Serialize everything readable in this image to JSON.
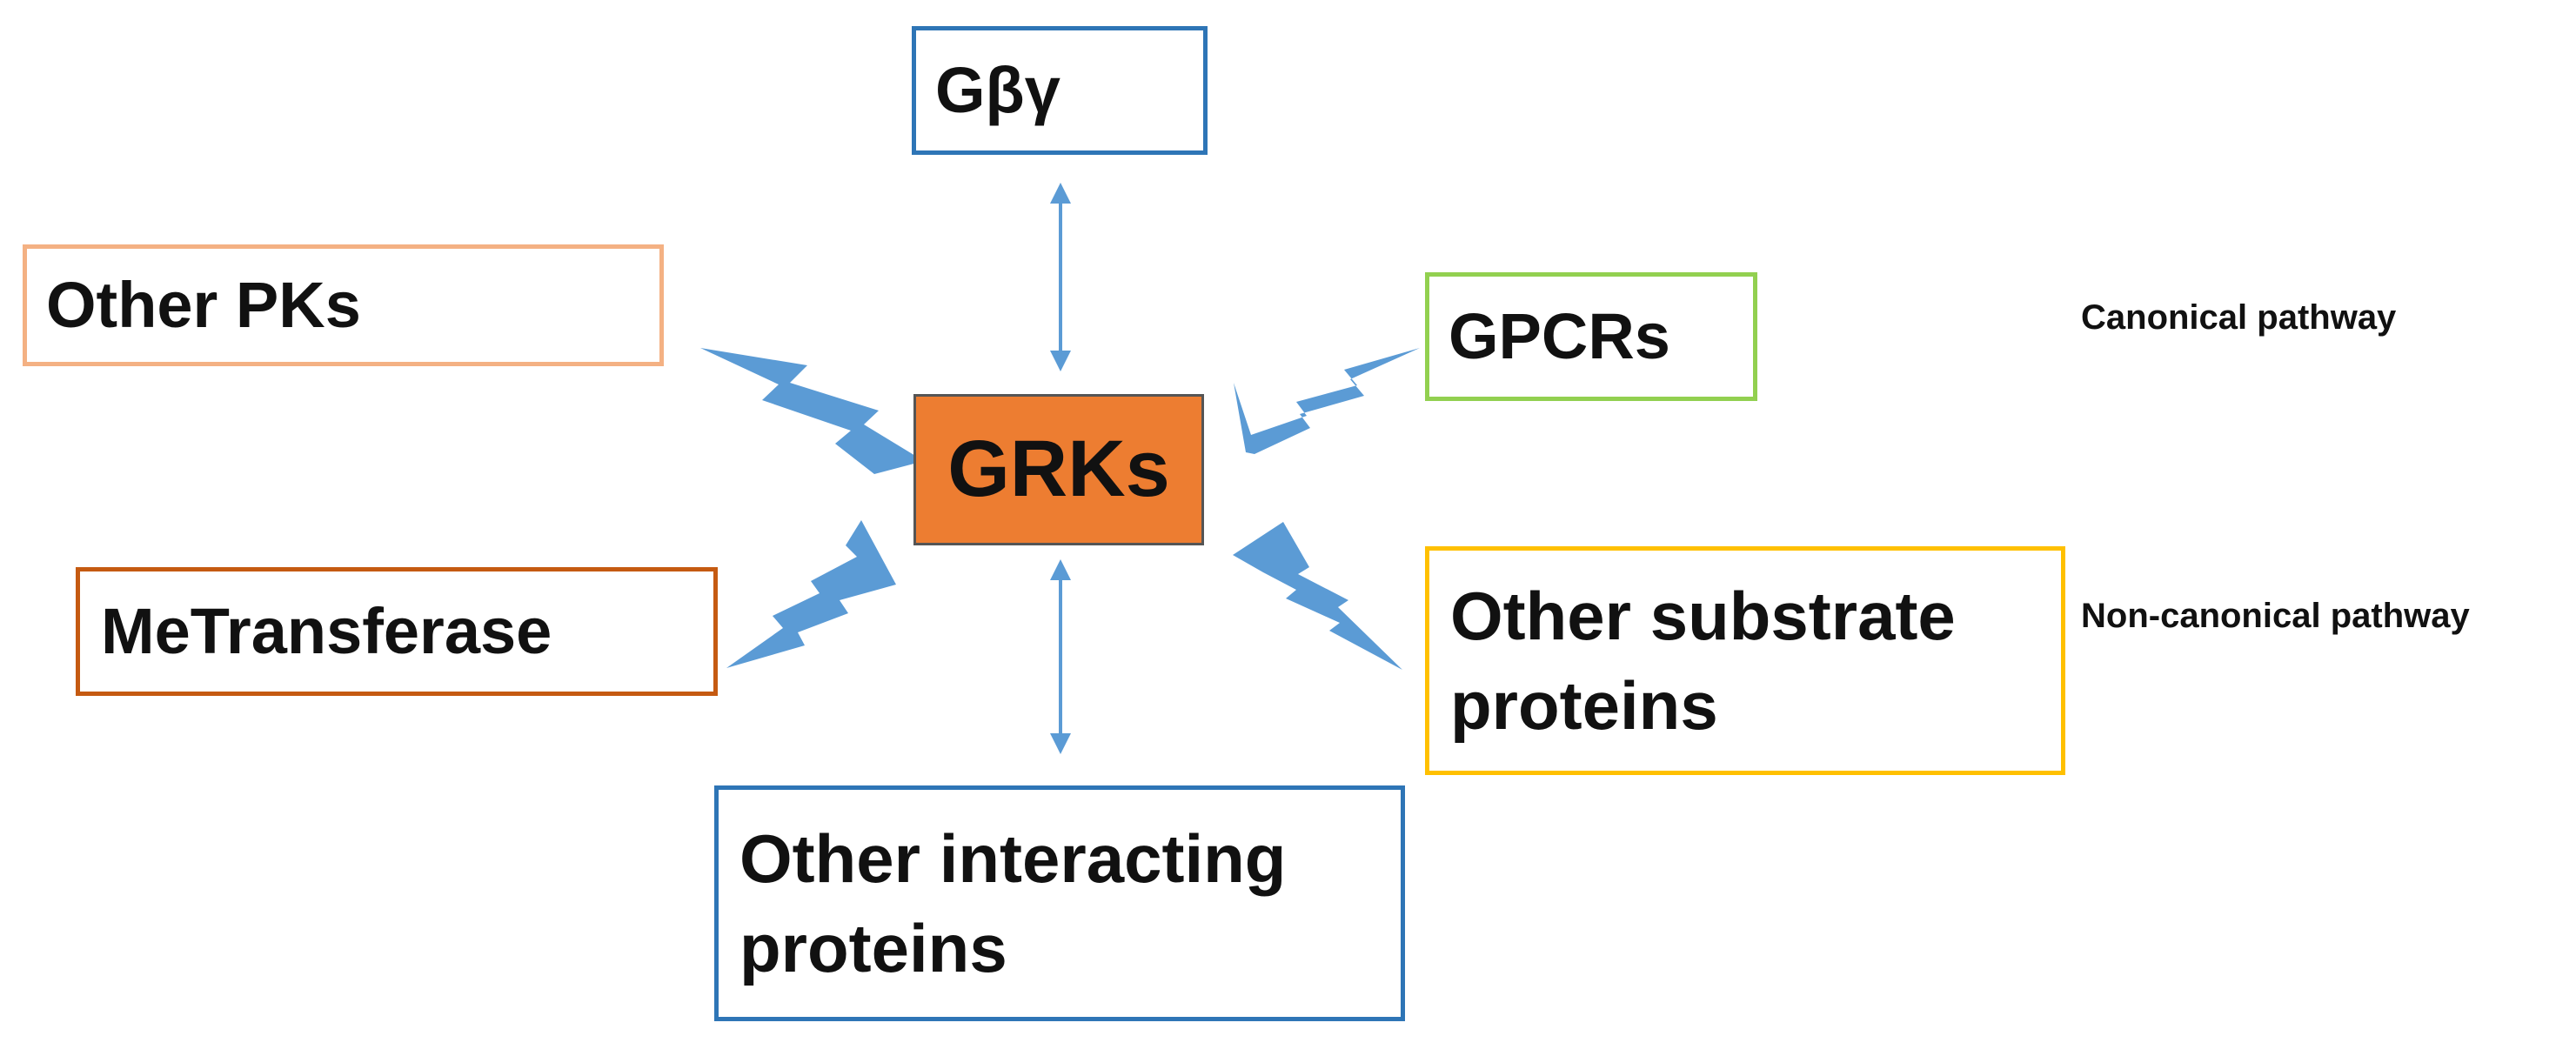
{
  "diagram": {
    "colors": {
      "blue_border": "#2e75b6",
      "peach_border": "#f4b183",
      "green_border": "#92d050",
      "dark_orange_border": "#c55a11",
      "yellow_border": "#ffc000",
      "center_fill": "#ed7d31",
      "arrow_blue": "#5b9bd5"
    },
    "nodes": {
      "center": {
        "label": "GRKs"
      },
      "gbg": {
        "label": "Gβγ"
      },
      "other_pks": {
        "label": "Other PKs"
      },
      "gpcrs": {
        "label": "GPCRs"
      },
      "metransferase": {
        "label": "MeTransferase"
      },
      "other_substrate": {
        "label_line1": "Other substrate",
        "label_line2": "proteins"
      },
      "other_interacting": {
        "label_line1": "Other interacting",
        "label_line2": "proteins"
      }
    },
    "legend": {
      "canonical": "Canonical pathway",
      "non_canonical": "Non-canonical pathway"
    }
  }
}
